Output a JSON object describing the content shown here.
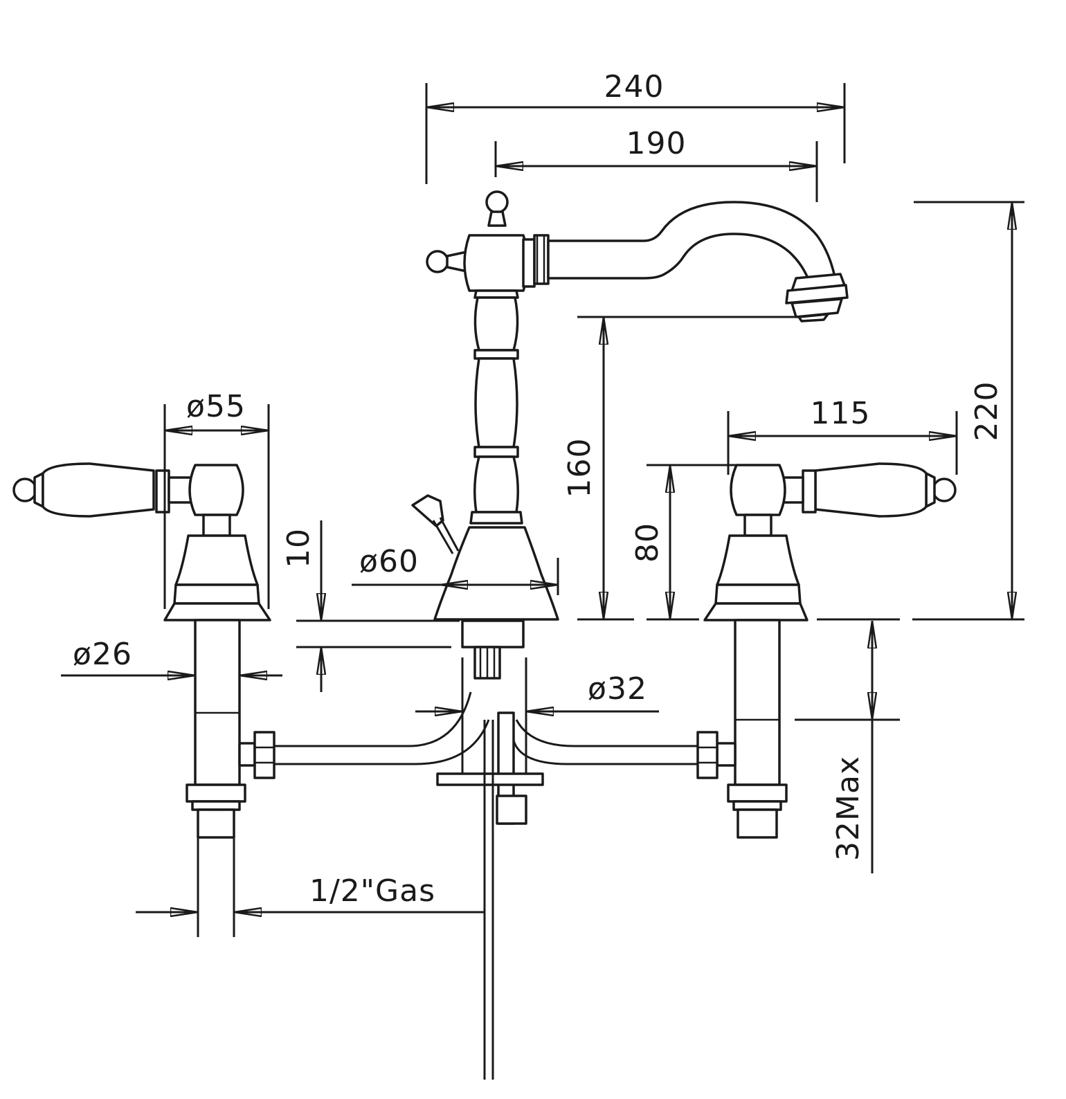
{
  "dimensions": {
    "overall_width": "240",
    "spout_reach": "190",
    "total_height": "220",
    "spout_height": "160",
    "handle_spacing": "115",
    "handle_height": "80",
    "handle_base_diameter": "ø55",
    "spout_base_diameter": "ø60",
    "base_thickness": "10",
    "shank_diameter_handle": "ø26",
    "shank_diameter_spout": "ø32",
    "max_deck_thickness": "32Max",
    "connection_thread": "1/2\"Gas"
  },
  "colors": {
    "line": "#1a1a1a",
    "background": "#ffffff"
  }
}
